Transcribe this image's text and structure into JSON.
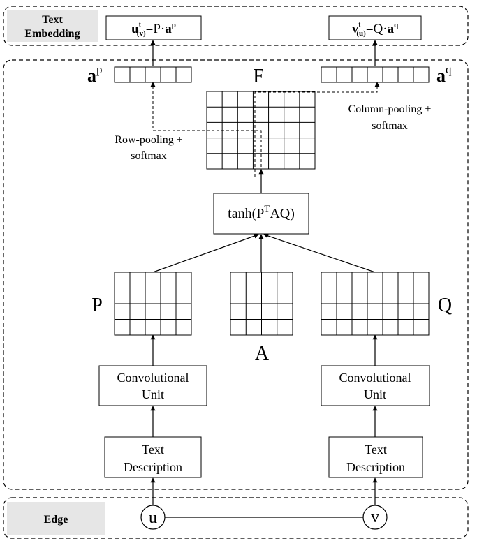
{
  "text_embedding": {
    "label_line1": "Text",
    "label_line2": "Embedding",
    "u_formula": {
      "base": "u",
      "sup": "t",
      "sub": "(v)",
      "rhs": "=P·",
      "a": "a",
      "a_sup": "p"
    },
    "v_formula": {
      "base": "v",
      "sup": "t",
      "sub": "(u)",
      "rhs": "=Q·",
      "a": "a",
      "a_sup": "q"
    }
  },
  "attention": {
    "ap_label": {
      "base": "a",
      "sup": "p"
    },
    "aq_label": {
      "base": "a",
      "sup": "q"
    },
    "f_label": "F",
    "row_pool_line1": "Row-pooling +",
    "row_pool_line2": "softmax",
    "col_pool_line1": "Column-pooling +",
    "col_pool_line2": "softmax",
    "tanh": {
      "prefix": "tanh(P",
      "sup": "T",
      "suffix": "AQ)"
    },
    "p_label": "P",
    "a_label": "A",
    "q_label": "Q",
    "conv_left_line1": "Convolutional",
    "conv_left_line2": "Unit",
    "conv_right_line1": "Convolutional",
    "conv_right_line2": "Unit",
    "text_left_line1": "Text",
    "text_left_line2": "Description",
    "text_right_line1": "Text",
    "text_right_line2": "Description"
  },
  "edge": {
    "label": "Edge",
    "node_u": "u",
    "node_v": "v"
  },
  "colors": {
    "label_bg": "#e6e6e6",
    "stroke": "#000000"
  }
}
